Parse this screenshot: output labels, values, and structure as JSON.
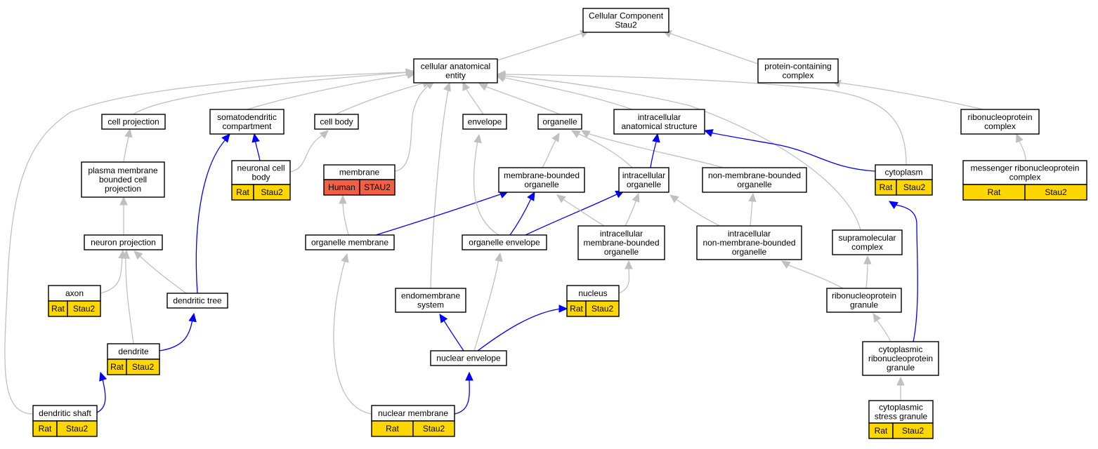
{
  "diagram": {
    "colors": {
      "edge_gray": "#c0c0c0",
      "edge_blue": "#0000ff",
      "rat_annotation": "#ffd700",
      "human_annotation": "#f25f45"
    },
    "nodes": [
      {
        "id": "cc",
        "lines": [
          "Cellular Component",
          "Stau2"
        ]
      },
      {
        "id": "cae",
        "lines": [
          "cellular anatomical",
          "entity"
        ]
      },
      {
        "id": "pcc",
        "lines": [
          "protein-containing",
          "complex"
        ]
      },
      {
        "id": "cellproj",
        "lines": [
          "cell projection"
        ]
      },
      {
        "id": "somato",
        "lines": [
          "somatodendritic",
          "compartment"
        ]
      },
      {
        "id": "cellbody",
        "lines": [
          "cell body"
        ]
      },
      {
        "id": "envelope",
        "lines": [
          "envelope"
        ]
      },
      {
        "id": "organelle",
        "lines": [
          "organelle"
        ]
      },
      {
        "id": "ias",
        "lines": [
          "intracellular",
          "anatomical structure"
        ]
      },
      {
        "id": "rnpc",
        "lines": [
          "ribonucleoprotein",
          "complex"
        ]
      },
      {
        "id": "pmbcp",
        "lines": [
          "plasma membrane",
          "bounded cell",
          "projection"
        ]
      },
      {
        "id": "ncb",
        "lines": [
          "neuronal cell",
          "body"
        ],
        "annotation": [
          "Rat",
          "Stau2"
        ]
      },
      {
        "id": "membrane",
        "lines": [
          "membrane"
        ],
        "annotation": [
          "Human",
          "STAU2"
        ]
      },
      {
        "id": "mbo",
        "lines": [
          "membrane-bounded",
          "organelle"
        ]
      },
      {
        "id": "io",
        "lines": [
          "intracellular",
          "organelle"
        ]
      },
      {
        "id": "nmbo",
        "lines": [
          "non-membrane-bounded",
          "organelle"
        ]
      },
      {
        "id": "cytoplasm",
        "lines": [
          "cytoplasm"
        ],
        "annotation": [
          "Rat",
          "Stau2"
        ]
      },
      {
        "id": "mrnpc",
        "lines": [
          "messenger ribonucleoprotein",
          "complex"
        ],
        "annotation": [
          "Rat",
          "Stau2"
        ]
      },
      {
        "id": "neuronproj",
        "lines": [
          "neuron projection"
        ]
      },
      {
        "id": "orgmem",
        "lines": [
          "organelle membrane"
        ]
      },
      {
        "id": "orgenv",
        "lines": [
          "organelle envelope"
        ]
      },
      {
        "id": "imbo",
        "lines": [
          "intracellular",
          "membrane-bounded",
          "organelle"
        ]
      },
      {
        "id": "inmbo",
        "lines": [
          "intracellular",
          "non-membrane-bounded",
          "organelle"
        ]
      },
      {
        "id": "supra",
        "lines": [
          "supramolecular",
          "complex"
        ]
      },
      {
        "id": "axon",
        "lines": [
          "axon"
        ],
        "annotation": [
          "Rat",
          "Stau2"
        ]
      },
      {
        "id": "dtree",
        "lines": [
          "dendritic tree"
        ]
      },
      {
        "id": "endo",
        "lines": [
          "endomembrane",
          "system"
        ]
      },
      {
        "id": "nucleus",
        "lines": [
          "nucleus"
        ],
        "annotation": [
          "Rat",
          "Stau2"
        ]
      },
      {
        "id": "rnpg",
        "lines": [
          "ribonucleoprotein",
          "granule"
        ]
      },
      {
        "id": "dendrite",
        "lines": [
          "dendrite"
        ],
        "annotation": [
          "Rat",
          "Stau2"
        ]
      },
      {
        "id": "nucenv",
        "lines": [
          "nuclear envelope"
        ]
      },
      {
        "id": "crnpg",
        "lines": [
          "cytoplasmic",
          "ribonucleoprotein",
          "granule"
        ]
      },
      {
        "id": "dshaft",
        "lines": [
          "dendritic shaft"
        ],
        "annotation": [
          "Rat",
          "Stau2"
        ]
      },
      {
        "id": "nucmem",
        "lines": [
          "nuclear membrane"
        ],
        "annotation": [
          "Rat",
          "Stau2"
        ]
      },
      {
        "id": "csg",
        "lines": [
          "cytoplasmic",
          "stress granule"
        ],
        "annotation": [
          "Rat",
          "Stau2"
        ]
      }
    ]
  }
}
